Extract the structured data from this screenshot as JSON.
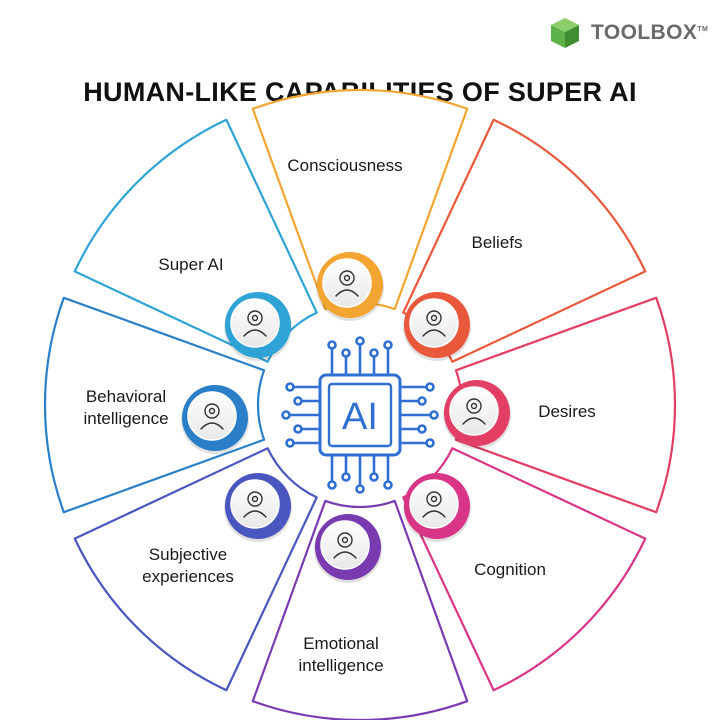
{
  "logo": {
    "brand": "TOOLBOX",
    "trademark": "TM",
    "color": "#5db34a"
  },
  "title": "HUMAN-LIKE CAPABILITIES OF SUPER AI",
  "hub": {
    "text": "AI",
    "icon": "ai-chip-icon",
    "color": "#2f6fd1"
  },
  "capabilities": [
    {
      "label": "Consciousness",
      "icon": "brain-head-icon",
      "color": "#f2a531"
    },
    {
      "label": "Beliefs",
      "icon": "praying-person-icon",
      "color": "#e9583a"
    },
    {
      "label": "Desires",
      "icon": "wish-person-icon",
      "color": "#e33e63"
    },
    {
      "label": "Cognition",
      "icon": "gear-head-icon",
      "color": "#d93587"
    },
    {
      "label": "Emotional\nintelligence",
      "icon": "heart-gear-person-icon",
      "color": "#7a3bb0"
    },
    {
      "label": "Subjective\nexperiences",
      "icon": "person-checklist-icon",
      "color": "#4a56c0"
    },
    {
      "label": "Behavioral\nintelligence",
      "icon": "thinking-head-icon",
      "color": "#2a7fc8"
    },
    {
      "label": "Super AI",
      "icon": "ai-circuit-icon",
      "color": "#2fa3d6"
    }
  ]
}
